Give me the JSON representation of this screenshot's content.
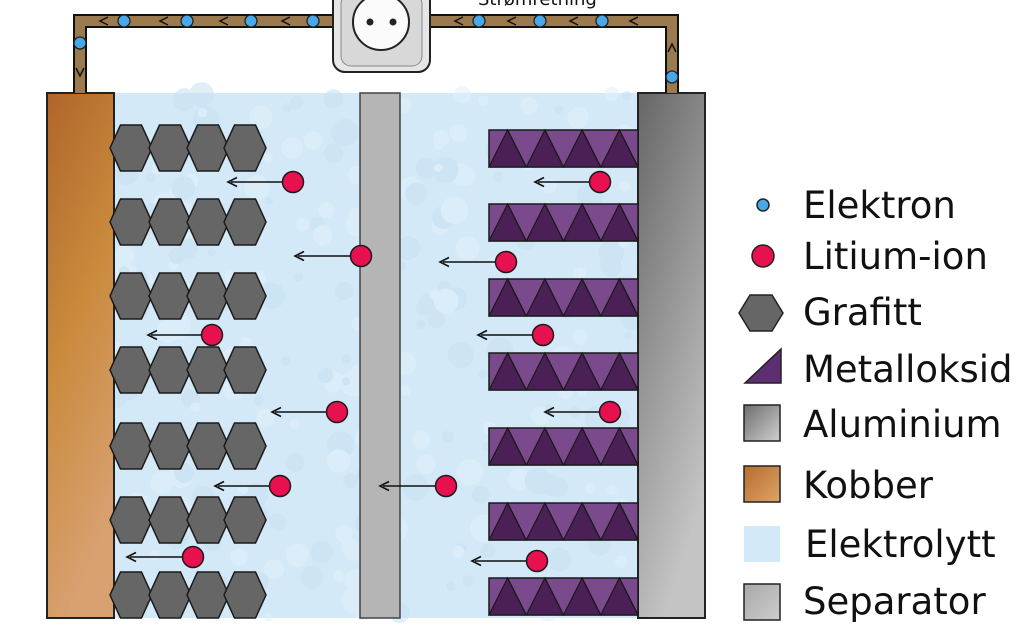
{
  "current_direction_label": "Strømretning",
  "legend": {
    "electron": "Elektron",
    "lithium_ion": "Litium-ion",
    "graphite": "Grafitt",
    "metal_oxide": "Metalloksid",
    "aluminium": "Aluminium",
    "copper": "Kobber",
    "electrolyte": "Elektrolytt",
    "separator": "Separator"
  },
  "colors": {
    "electron": "#4aa8e8",
    "lithium_ion": "#e8114f",
    "graphite": "#666666",
    "metal_oxide_light": "#7a4a8c",
    "metal_oxide_dark": "#4a2057",
    "copper_top": "#b86c2e",
    "copper_bottom": "#d69864",
    "aluminium_dark": "#666666",
    "aluminium_light": "#c0c0c0",
    "electrolyte": "#d3e9f7",
    "separator": "#b3b3b3",
    "wire": "#9a7a4e"
  },
  "icons": {
    "power_outlet": "power-outlet-icon"
  }
}
